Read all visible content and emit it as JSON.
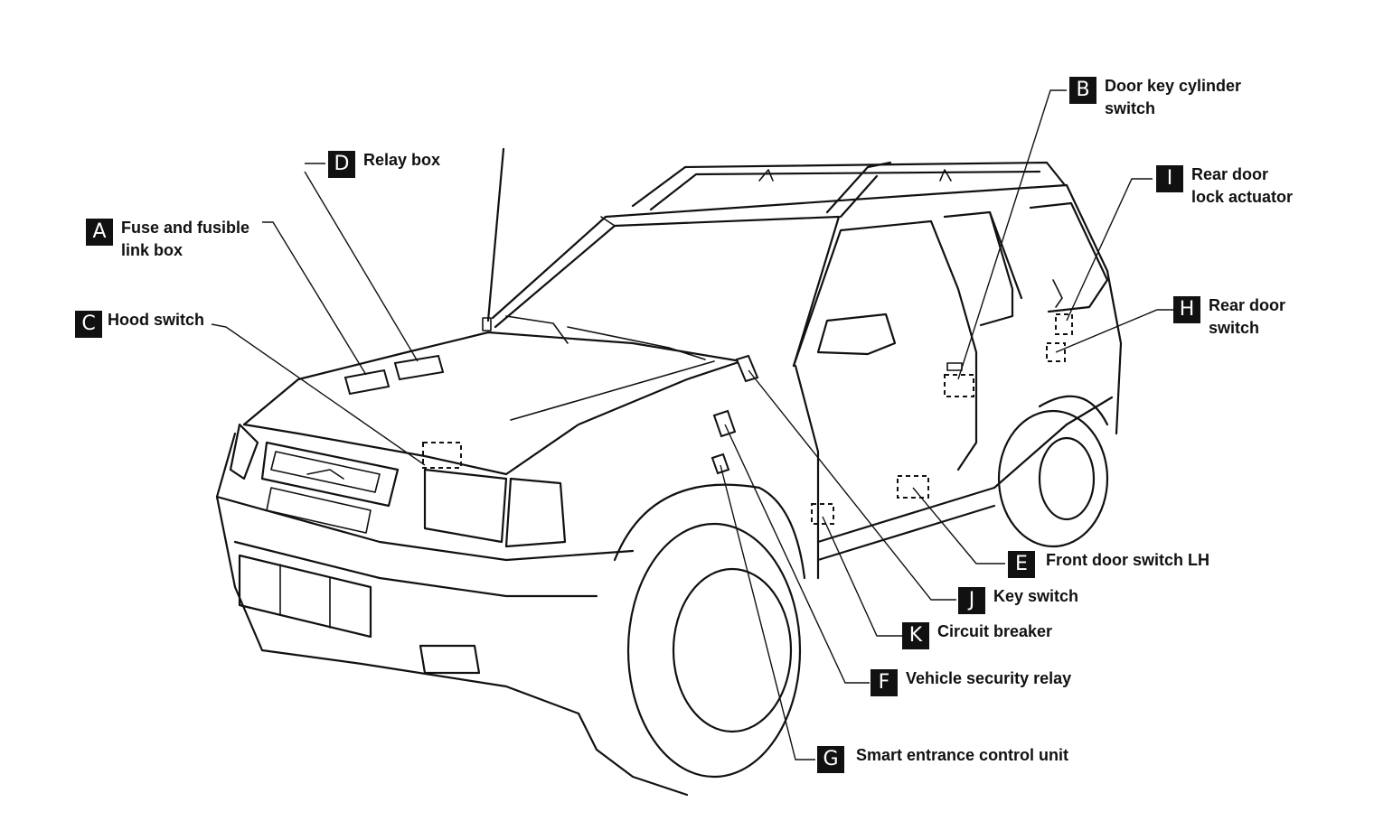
{
  "callouts": {
    "A": {
      "letter": "A",
      "text": "Fuse and fusible\nlink box"
    },
    "B": {
      "letter": "B",
      "text": "Door key cylinder\nswitch"
    },
    "C": {
      "letter": "C",
      "text": "Hood switch"
    },
    "D": {
      "letter": "D",
      "text": "Relay box"
    },
    "E": {
      "letter": "E",
      "text": "Front door switch LH"
    },
    "F": {
      "letter": "F",
      "text": "Vehicle security relay"
    },
    "G": {
      "letter": "G",
      "text": "Smart entrance control unit"
    },
    "H": {
      "letter": "H",
      "text": "Rear door\nswitch"
    },
    "I": {
      "letter": "I",
      "text": "Rear door\nlock actuator"
    },
    "J": {
      "letter": "J",
      "text": "Key switch"
    },
    "K": {
      "letter": "K",
      "text": "Circuit breaker"
    }
  },
  "colors": {
    "line": "#111111",
    "background": "#ffffff"
  }
}
